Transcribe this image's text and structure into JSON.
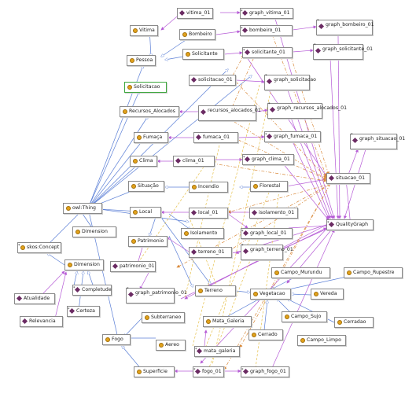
{
  "nodes": {
    "vitima_01": "vitima_01",
    "graph_vitima_01": "graph_vitima_01",
    "vitima": "Vitima",
    "bombeiro": "Bombeiro",
    "bombeiro_01": "bombeiro_01",
    "graph_bombeiro_01": "graph_bombeiro_01",
    "pessoa": "Pessoa",
    "solicitante": "Solicitante",
    "solicitante_01": "solicitante_01",
    "graph_solicitante_01": "graph_solicitante_01",
    "solicitacao": "Solicitacao",
    "solicitacao_01": "solicitacao_01",
    "graph_solicitacao": "graph_solicitacao",
    "recursos_alocados": "Recursos_Alocados",
    "recursos_alocados_01": "recursos_alocados_01",
    "graph_recursos_alocados_01": "graph_recursos_alocados_01",
    "fumaca": "Fumaça",
    "fumaca_01": "fumaca_01",
    "graph_fumaca_01": "graph_fumaca_01",
    "graph_situacao_01": "graph_situacao_01",
    "clima": "Clima",
    "clima_01": "clima_01",
    "graph_clima_01": "graph_clima_01",
    "situacao": "Situação",
    "incendio": "Incendio",
    "florestal": "Florestal",
    "situacao_01": "situacao_01",
    "owl_thing": "owl:Thing",
    "local": "Local",
    "local_01": "local_01",
    "isolamento_01": "isolamento_01",
    "quality_graph": "QualityGraph",
    "isolamento": "Isolamento",
    "graph_local_01": "graph_local_01",
    "dimension_top": "Dimension",
    "patrimonio": "Patrimonio",
    "skos_concept": "skos:Concept",
    "terreno_01": "terreno_01",
    "graph_terreno_01": "graph_terreno_01",
    "patrimonio_01": "patrimonio_01",
    "dimension": "Dimension",
    "campo_murundu": "Campo_Murundu",
    "campo_rupestre": "Campo_Rupestre",
    "atualidade": "Atualidade",
    "completude": "Completude",
    "graph_patrimonio_01": "graph_patrimonio_01",
    "terreno": "Terreno",
    "vegetacao": "Vegetacao",
    "vereda": "Vereda",
    "relevancia": "Relevancia",
    "certeza": "Certeza",
    "subterraneo": "Subterraneo",
    "campo_sujo": "Campo_Sujo",
    "cerradao": "Cerradao",
    "mata_galeria": "Mata_Galeria",
    "cerrado": "Cerrado",
    "fogo": "Fogo",
    "aereo": "Aereo",
    "mata_galeria_ind": "mata_galeria",
    "campo_limpo": "Campo_Limpo",
    "superficie": "Superficie",
    "fogo_01": "fogo_01",
    "graph_fogo_01": "graph_fogo_01"
  },
  "colors": {
    "subclass_edge": "#5b7fd6",
    "instance_edge": "#b65bd6",
    "property_edge": "#d98a3c",
    "dashed_edge": "#e6c14d",
    "class_icon": "#e2a21c",
    "individual_icon": "#6b2b63"
  }
}
